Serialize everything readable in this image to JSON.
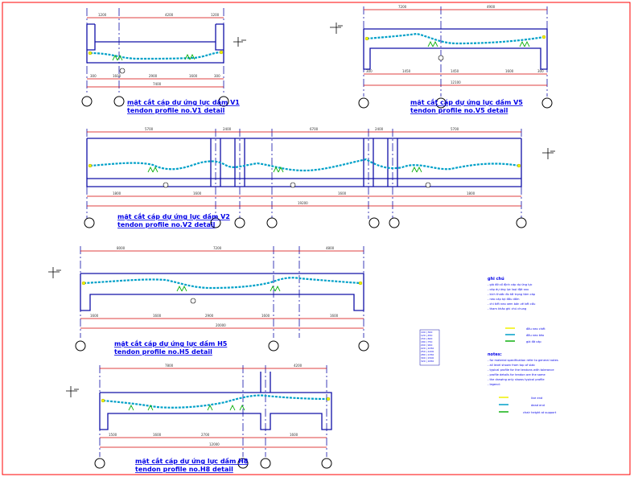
{
  "sheet": {
    "border_color": "#ff0000",
    "beam_color": "#1010a8",
    "tendon_color": "#00a0c8",
    "dimension_color": "#d40000",
    "title_color": "#0000e8"
  },
  "details": [
    {
      "title_vi": "mặt cắt cáp dự ứng lực dầm V1",
      "title_en": "tendon profile no.V1 detail"
    },
    {
      "title_vi": "mặt cắt cáp dự ứng lực dầm V5",
      "title_en": "tendon profile no.V5 detail"
    },
    {
      "title_vi": "mặt cắt cáp dự ứng lực dầm V2",
      "title_en": "tendon profile no.V2 detail"
    },
    {
      "title_vi": "mặt cắt cáp dự ứng lực dầm H5",
      "title_en": "tendon profile no.H5 detail"
    },
    {
      "title_vi": "mặt cắt cáp dự ứng lực dầm H8",
      "title_en": "tendon profile no.H8 detail"
    }
  ],
  "dim_values": {
    "d1": [
      "1200",
      "4200",
      "1200"
    ],
    "d2": [
      "300",
      "1600",
      "2900",
      "1600",
      "300"
    ],
    "d3": [
      "7400"
    ],
    "d5a": [
      "7200",
      "4900"
    ],
    "d5b": [
      "300",
      "1450",
      "1450",
      "1600",
      "300"
    ],
    "d5c": [
      "12100"
    ],
    "d2a": [
      "5700",
      "2400",
      "6700",
      "2400",
      "5700"
    ],
    "d2b": [
      "1800",
      "1600",
      "1600",
      "1800"
    ],
    "d2c": [
      "19200"
    ],
    "dh5a": [
      "8000",
      "7200",
      "4800"
    ],
    "dh5b": [
      "1600",
      "1600",
      "2900",
      "1600",
      "1600"
    ],
    "dh5c": [
      "20000"
    ],
    "dh8a": [
      "7800",
      "4200"
    ],
    "dh8b": [
      "1500",
      "1600",
      "2700",
      "1600"
    ],
    "dh8c": [
      "12000"
    ]
  },
  "notes": {
    "heading": "ghi chú",
    "lines": [
      "- giá đỡ cố định cáp dự ứng lực",
      "- cáp dự ứng lực loại đặt sau",
      "- kích thước đo tới trọng tâm cáp",
      "- neo cáp tại đầu dầm",
      "- chi tiết neo xem bản vẽ kết cấu",
      "- tham khảo ghi chú chung"
    ],
    "legend": [
      {
        "label": "đầu neo chết"
      },
      {
        "label": "đầu neo kéo"
      },
      {
        "label": "giá đỡ cáp"
      }
    ],
    "heading2": "notes:",
    "lines2": [
      "- for material specification refer to general notes",
      "- all level shown from top of slab",
      "- typical profile for the tendons with tolerance",
      "- profile details for tendon are the same",
      "- the drawing only shows typical profile",
      "- legend:"
    ],
    "legend2": [
      {
        "label": "live end"
      },
      {
        "label": "dead end"
      },
      {
        "label": "chair height at support"
      }
    ]
  },
  "table": {
    "rows": [
      "100 | 300",
      "120 | 450",
      "150 | 600",
      "180 | 750",
      "200 | 900",
      "220 | 1050",
      "250 | 1200",
      "280 | 1350",
      "300 | 1500",
      "320 | 1650"
    ]
  }
}
